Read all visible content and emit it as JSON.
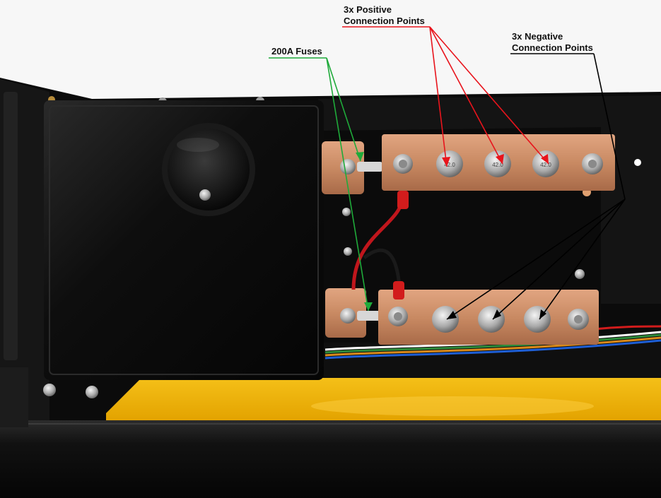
{
  "labels": {
    "fuses": "200A Fuses",
    "positive_line1": "3x Positive",
    "positive_line2": "Connection Points",
    "negative_line1": "3x Negative",
    "negative_line2": "Connection Points"
  },
  "bolt_markings": {
    "positive_bolt_1": "42.0",
    "positive_bolt_2": "42.0",
    "positive_bolt_3": "42.0"
  },
  "colors": {
    "fuses_callout": "#1faa3a",
    "positive_callout": "#e8141c",
    "negative_callout": "#000000",
    "copper": "#c98a63",
    "enclosure": "#0d0d0d",
    "battery_yellow": "#f2b400"
  }
}
